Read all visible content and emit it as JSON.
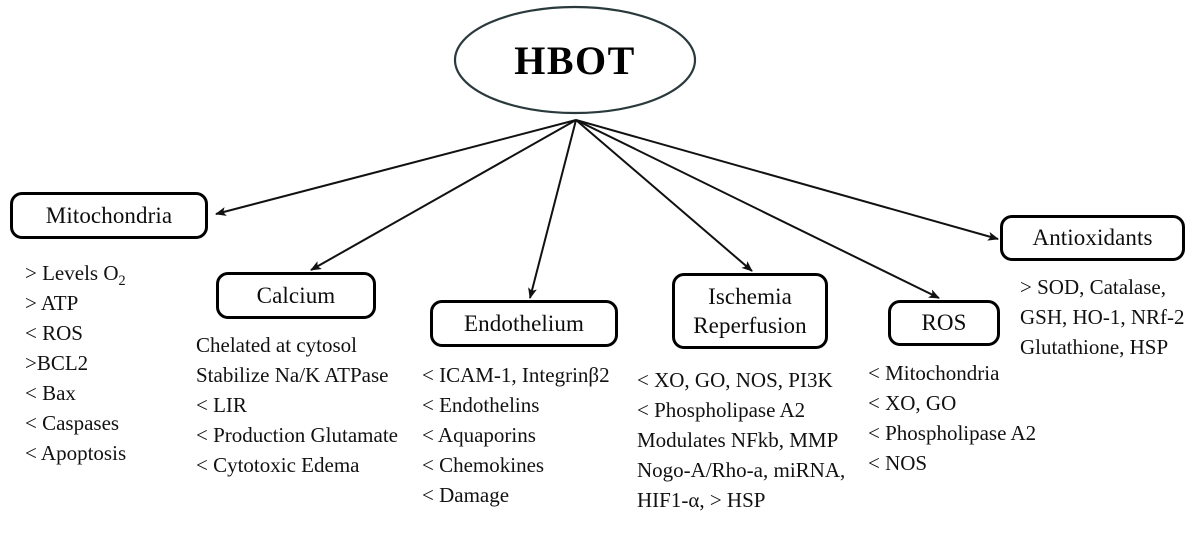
{
  "hub": {
    "label": "HBOT",
    "shape": "ellipse",
    "stroke_color": "#2a3a3c"
  },
  "branches": [
    {
      "id": "mitochondria",
      "title": "Mitochondria",
      "items": [
        "> Levels O₂",
        "> ATP",
        "< ROS",
        ">BCL2",
        "< Bax",
        "< Caspases",
        "< Apoptosis"
      ]
    },
    {
      "id": "calcium",
      "title": "Calcium",
      "items": [
        "Chelated at cytosol",
        "Stabilize Na/K ATPase",
        "< LIR",
        "< Production Glutamate",
        "< Cytotoxic Edema"
      ]
    },
    {
      "id": "endothelium",
      "title": "Endothelium",
      "items": [
        "< ICAM-1, Integrinβ2",
        "< Endothelins",
        "< Aquaporins",
        "< Chemokines",
        "< Damage"
      ]
    },
    {
      "id": "ischemia-reperfusion",
      "title": "Ischemia\nReperfusion",
      "items": [
        "< XO, GO, NOS, PI3K",
        "< Phospholipase A2",
        "Modulates NFkb, MMP",
        "Nogo-A/Rho-a, miRNA,",
        "HIF1-α, > HSP"
      ]
    },
    {
      "id": "ros",
      "title": "ROS",
      "items": [
        "< Mitochondria",
        "< XO, GO",
        "< Phospholipase A2",
        "< NOS"
      ]
    },
    {
      "id": "antioxidants",
      "title": "Antioxidants",
      "items": [
        "> SOD, Catalase,",
        "GSH, HO-1, NRf-2",
        "Glutathione, HSP"
      ]
    }
  ],
  "colors": {
    "box_border": "#000000",
    "arrow": "#111111",
    "text": "#111111",
    "background": "#ffffff"
  }
}
